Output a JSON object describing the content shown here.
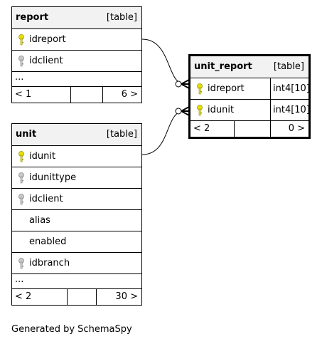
{
  "tables": {
    "report": {
      "name": "report",
      "type": "[table]",
      "columns": [
        {
          "name": "idreport",
          "key": "primary"
        },
        {
          "name": "idclient",
          "key": "foreign"
        }
      ],
      "ellipsis": "...",
      "footer": {
        "left": "< 1",
        "right": "6 >"
      }
    },
    "unit": {
      "name": "unit",
      "type": "[table]",
      "columns": [
        {
          "name": "idunit",
          "key": "primary"
        },
        {
          "name": "idunittype",
          "key": "foreign"
        },
        {
          "name": "idclient",
          "key": "foreign"
        },
        {
          "name": "alias",
          "key": "none"
        },
        {
          "name": "enabled",
          "key": "none"
        },
        {
          "name": "idbranch",
          "key": "foreign"
        }
      ],
      "ellipsis": "...",
      "footer": {
        "left": "< 2",
        "right": "30 >"
      }
    },
    "unit_report": {
      "name": "unit_report",
      "type": "[table]",
      "columns": [
        {
          "name": "idreport",
          "key": "primary",
          "datatype": "int4[10]"
        },
        {
          "name": "idunit",
          "key": "primary",
          "datatype": "int4[10]"
        }
      ],
      "footer": {
        "left": "< 2",
        "right": "0 >"
      }
    }
  },
  "colors": {
    "primary_key": "#e8e000",
    "foreign_key": "#b0b0b0",
    "header_bg": "#f2f2f2"
  },
  "icons": {
    "primary_key": "key-icon",
    "foreign_key": "key-icon"
  },
  "footer_text": "Generated by SchemaSpy"
}
